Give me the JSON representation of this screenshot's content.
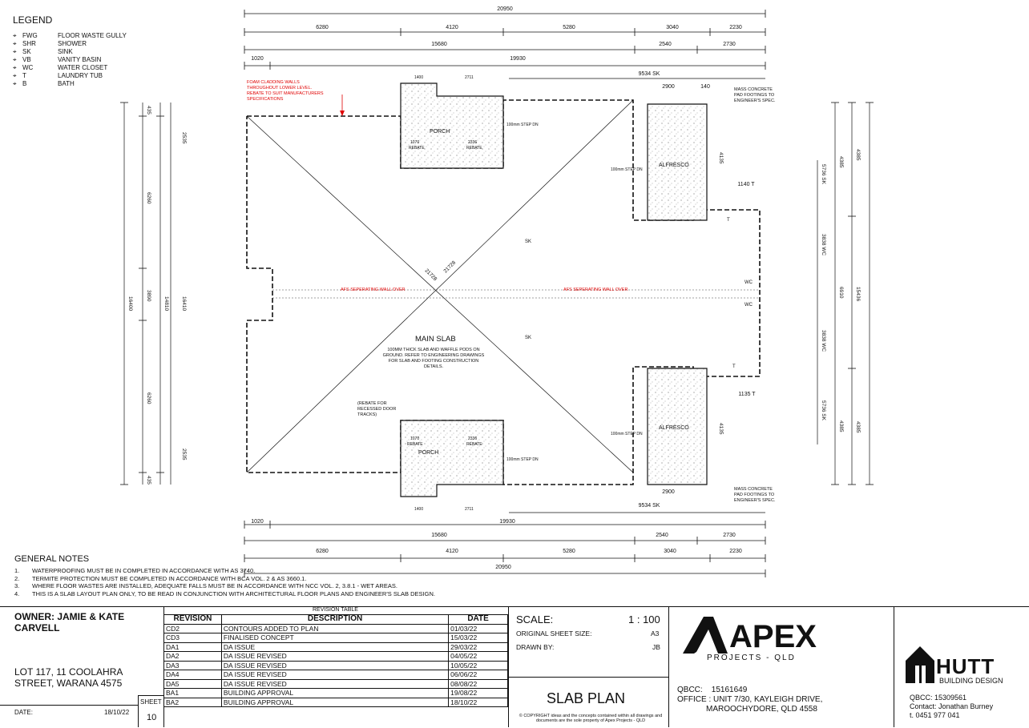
{
  "legend": {
    "title": "LEGEND",
    "items": [
      {
        "code": "FWG",
        "label": "FLOOR WASTE GULLY"
      },
      {
        "code": "SHR",
        "label": "SHOWER"
      },
      {
        "code": "SK",
        "label": "SINK"
      },
      {
        "code": "VB",
        "label": "VANITY BASIN"
      },
      {
        "code": "WC",
        "label": "WATER CLOSET"
      },
      {
        "code": "T",
        "label": "LAUNDRY TUB"
      },
      {
        "code": "B",
        "label": "BATH"
      }
    ]
  },
  "plan": {
    "top_dims": {
      "overall": "20950",
      "row1": [
        "6280",
        "4120",
        "5280",
        "3040",
        "2230"
      ],
      "row2": [
        "15680",
        "2540",
        "2730"
      ],
      "row3": [
        "1020",
        "19930"
      ],
      "sk": "9534 SK"
    },
    "bottom_dims": {
      "overall": "20950",
      "row1": [
        "6280",
        "4120",
        "5280",
        "3040",
        "2230"
      ],
      "row2": [
        "15680",
        "2540",
        "2730"
      ],
      "row3": [
        "1020",
        "19930"
      ],
      "sk": "9534 SK"
    },
    "left_dims": {
      "outer": "16400",
      "mid": "14810",
      "inner": "16410",
      "a": "6260",
      "b": "3890",
      "c": "6260",
      "d": "2535",
      "e": "2535",
      "small_top": "435",
      "small_bot": "435"
    },
    "right_dims": {
      "a": "5736 SK",
      "b": "3838 WC",
      "c": "3838 WC",
      "d": "5736 SK",
      "e": "4385",
      "f": "6910",
      "g": "4385",
      "h": "15436",
      "i": "4385",
      "j": "4385",
      "k": "1140 T",
      "l": "1135 T"
    },
    "notes_red": "FOAM CLADDING WALLS THROUGHOUT LOWER LEVEL. REBATE TO SUIT MANUFACTURERS SPECIFICATIONS",
    "afs_left": "AFS SEPERATING WALL OVER",
    "afs_right": "AFS SEPERATING WALL OVER",
    "main_slab": "MAIN SLAB",
    "main_slab_desc": [
      "100MM THICK SLAB AND WAFFLE PODS ON",
      "GROUND. REFER TO ENGINEERING DRAWINGS",
      "FOR SLAB AND FOOTING CONSTRUCTION",
      "DETAILS."
    ],
    "porch": "PORCH",
    "alfresco": "ALFRESCO",
    "rebate": "REBATE",
    "step_dn": "100mm STEP DN",
    "mass_concrete": [
      "MASS CONCRETE",
      "PAD FOOTINGS TO",
      "ENGINEER'S SPEC."
    ],
    "rebate_door": [
      "(REBATE FOR",
      "RECESSED DOOR",
      "TRACKS)"
    ],
    "sk": "SK",
    "wc": "WC",
    "t": "T",
    "alf_w": "2900",
    "alf_top_small": "140",
    "alf_h1": "4135",
    "alf_h2": "4135",
    "diag1": "21728",
    "diag2": "21728",
    "porch_dims": [
      "1400",
      "2711",
      "1070",
      "2336"
    ]
  },
  "general_notes": {
    "title": "GENERAL NOTES",
    "items": [
      "WATERPROOFING MUST BE IN COMPLETED IN ACCORDANCE WITH AS 3740.",
      "TERMITE PROTECTION MUST BE COMPLETED IN ACCORDANCE WITH BCA VOL. 2 & AS 3660.1.",
      "WHERE FLOOR WASTES ARE INSTALLED, ADEQUATE FALLS MUST BE IN ACCORDANCE WITH NCC VOL. 2, 3.8.1 - WET AREAS.",
      "THIS IS A SLAB LAYOUT PLAN ONLY, TO BE READ IN CONJUNCTION WITH ARCHITECTURAL FLOOR PLANS AND ENGINEER'S SLAB DESIGN."
    ]
  },
  "title_block": {
    "owner": "OWNER: JAMIE & KATE CARVELL",
    "lot": "LOT 117, 11 COOLAHRA STREET, WARANA 4575",
    "date_label": "DATE:",
    "date_value": "18/10/22",
    "sheet_label": "SHEET",
    "sheet_value": "10",
    "revision_table_caption": "REVISION TABLE",
    "revision_headers": [
      "REVISION",
      "DESCRIPTION",
      "DATE"
    ],
    "revisions": [
      {
        "rev": "CD2",
        "desc": "CONTOURS ADDED TO PLAN",
        "date": "01/03/22"
      },
      {
        "rev": "CD3",
        "desc": "FINALISED CONCEPT",
        "date": "15/03/22"
      },
      {
        "rev": "DA1",
        "desc": "DA ISSUE",
        "date": "29/03/22"
      },
      {
        "rev": "DA2",
        "desc": "DA ISSUE REVISED",
        "date": "04/05/22"
      },
      {
        "rev": "DA3",
        "desc": "DA ISSUE REVISED",
        "date": "10/05/22"
      },
      {
        "rev": "DA4",
        "desc": "DA ISSUE REVISED",
        "date": "06/06/22"
      },
      {
        "rev": "DA5",
        "desc": "DA ISSUE REVISED",
        "date": "08/08/22"
      },
      {
        "rev": "BA1",
        "desc": "BUILDING APPROVAL",
        "date": "19/08/22"
      },
      {
        "rev": "BA2",
        "desc": "BUILDING APPROVAL",
        "date": "18/10/22"
      }
    ],
    "scale_label": "SCALE:",
    "scale_value": "1 : 100",
    "orig_label": "ORIGINAL SHEET SIZE:",
    "orig_value": "A3",
    "drawn_label": "DRAWN BY:",
    "drawn_value": "JB",
    "sheet_title": "SLAB PLAN",
    "copyright": "© COPYRIGHT ideas and the concepts contained within all drawings and documents are the sole property of Apex Projects - QLD",
    "apex_logo": "APEX",
    "apex_sub": "PROJECTS - QLD",
    "apex_qbcc_label": "QBCC:",
    "apex_qbcc_value": "15161649",
    "office_line1": "OFFICE : UNIT 7/30, KAYLEIGH DRIVE,",
    "office_line2": "MAROOCHYDORE, QLD 4558",
    "hutt_logo": "HUTT",
    "hutt_sub": "BUILDING DESIGN",
    "hutt_qbcc": "QBCC:     15309561",
    "hutt_contact": "Contact: Jonathan Burney",
    "hutt_phone": "t. 0451 977 041"
  }
}
